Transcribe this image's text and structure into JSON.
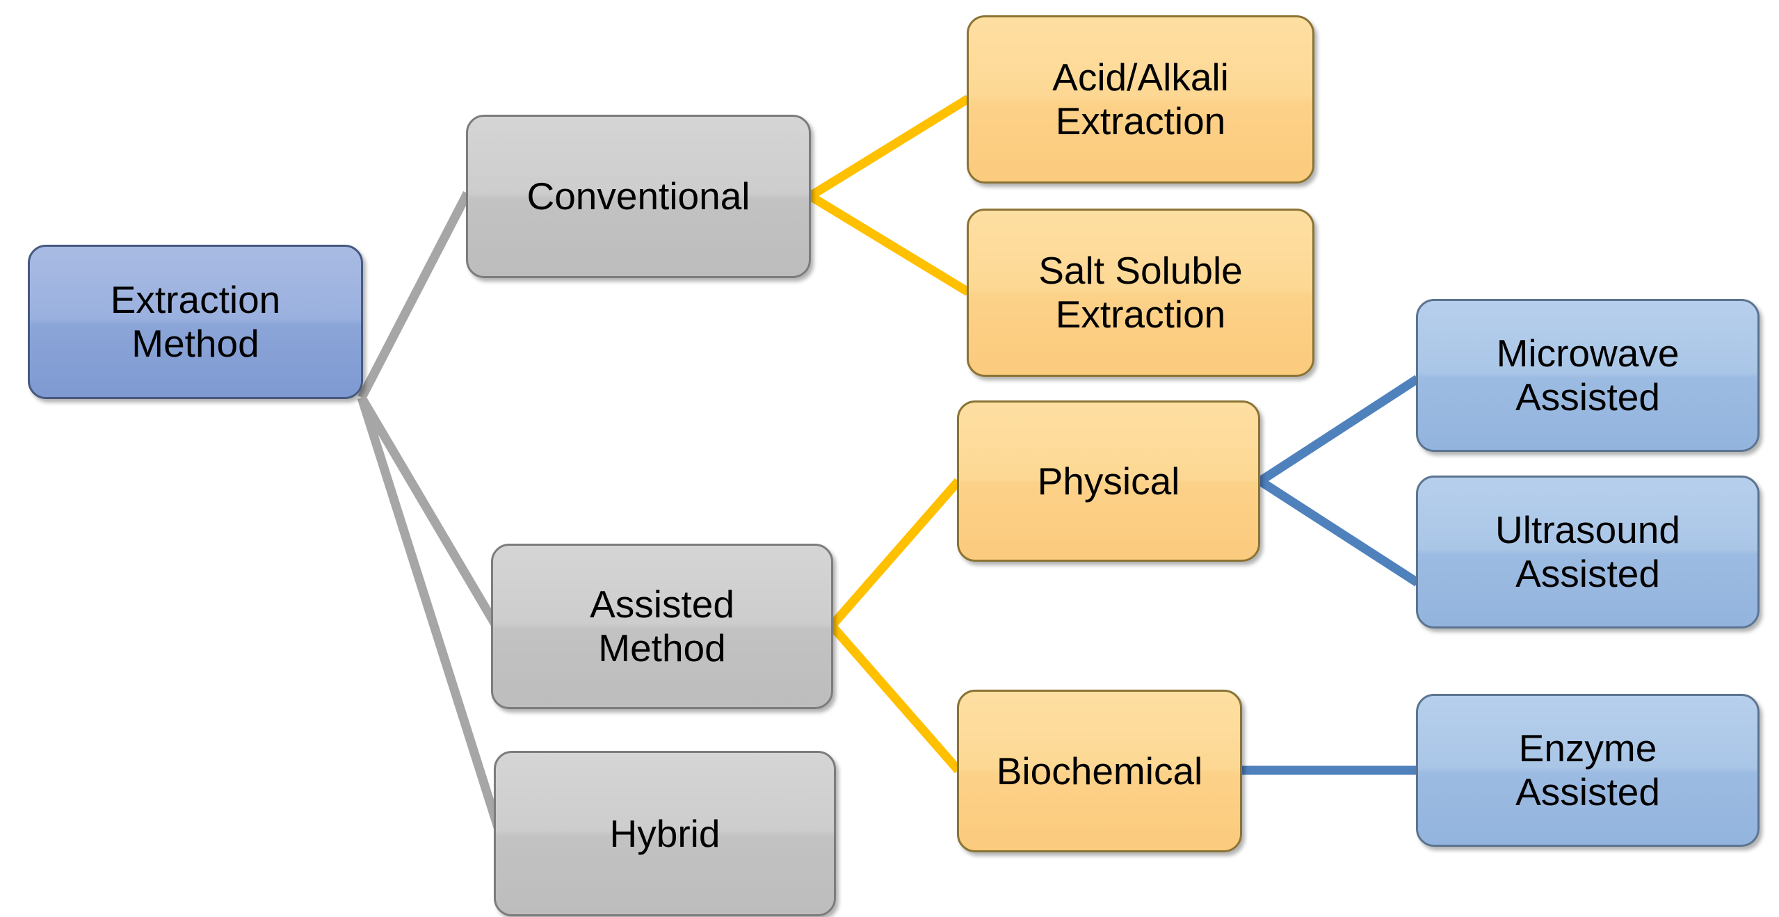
{
  "diagram": {
    "title": "Extraction Method classification tree",
    "type": "tree-diagram",
    "colors": {
      "root_fill": "#93a9d8",
      "level1_fill": "#c8c8c8",
      "level2_fill": "#fcd28a",
      "level3_fill": "#a3c2e6",
      "gray_connector": "#a6a6a6",
      "yellow_connector": "#ffc000",
      "blue_connector": "#4f81bd",
      "text": "#000000",
      "background": "#ffffff"
    },
    "nodes": {
      "root": {
        "label": "Extraction\nMethod"
      },
      "conventional": {
        "label": "Conventional"
      },
      "assisted_method": {
        "label": "Assisted\nMethod"
      },
      "hybrid": {
        "label": "Hybrid"
      },
      "acid_alkali": {
        "label": "Acid/Alkali\nExtraction"
      },
      "salt_soluble": {
        "label": "Salt Soluble\nExtraction"
      },
      "physical": {
        "label": "Physical"
      },
      "biochemical": {
        "label": "Biochemical"
      },
      "microwave": {
        "label": "Microwave\nAssisted"
      },
      "ultrasound": {
        "label": "Ultrasound\nAssisted"
      },
      "enzyme": {
        "label": "Enzyme\nAssisted"
      }
    },
    "edges": [
      {
        "from": "root",
        "to": "conventional",
        "color": "#a6a6a6"
      },
      {
        "from": "root",
        "to": "assisted_method",
        "color": "#a6a6a6"
      },
      {
        "from": "root",
        "to": "hybrid",
        "color": "#a6a6a6"
      },
      {
        "from": "conventional",
        "to": "acid_alkali",
        "color": "#ffc000"
      },
      {
        "from": "conventional",
        "to": "salt_soluble",
        "color": "#ffc000"
      },
      {
        "from": "assisted_method",
        "to": "physical",
        "color": "#ffc000"
      },
      {
        "from": "assisted_method",
        "to": "biochemical",
        "color": "#ffc000"
      },
      {
        "from": "physical",
        "to": "microwave",
        "color": "#4f81bd"
      },
      {
        "from": "physical",
        "to": "ultrasound",
        "color": "#4f81bd"
      },
      {
        "from": "biochemical",
        "to": "enzyme",
        "color": "#4f81bd"
      }
    ]
  }
}
